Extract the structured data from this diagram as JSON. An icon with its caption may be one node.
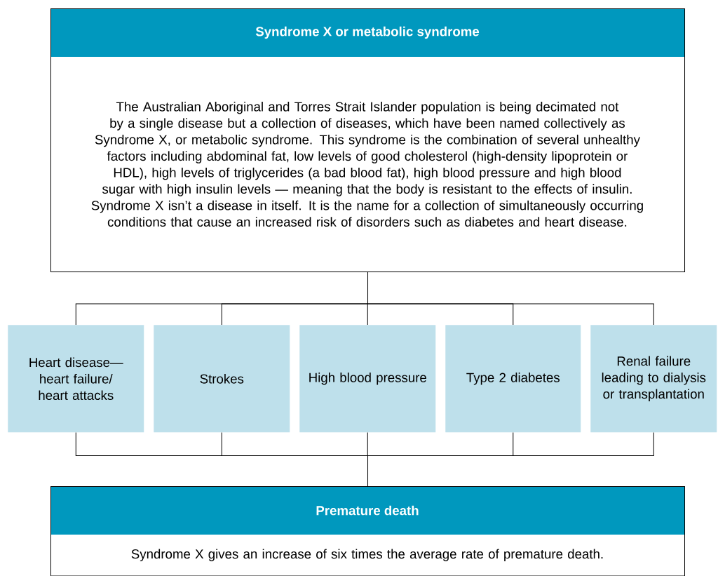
{
  "diagram": {
    "nodes": [
      {
        "text": [
          "Syndrome X or metabolic syndrome",
          "The Australian Aboriginal and Torres Strait Islander population is being decimated not by a single disease but a collection of diseases, which have been named collectively as Syndrome X, or metabolic syndrome. This syndrome is the combination of several unhealthy factors including abdominal fat, low levels of good cholesterol (high-density lipoprotein or HDL), high levels of triglycerides (a bad blood fat), high blood pressure and high blood sugar with high insulin levels — meaning that the body is resistant to the effects of insulin. Syndrome X isn’t a disease in itself. It is the name for a collection of simultaneously occurring conditions that cause an increased risk of disorders such as diabetes and heart disease."
        ]
      },
      {
        "text": [
          "Heart disease— heart failure/ heart attacks"
        ]
      },
      {
        "text": [
          "Strokes"
        ]
      },
      {
        "text": [
          "High blood pressure"
        ]
      },
      {
        "text": [
          "Type 2 diabetes"
        ]
      },
      {
        "text": [
          "Renal failure leading to dialysis or transplantation"
        ]
      },
      {
        "text": [
          "Premature death",
          "Syndrome X gives an increase of six times the average rate of premature death."
        ]
      }
    ],
    "edges": [
      {
        "from": 0,
        "to": 1,
        "arrow": "none"
      },
      {
        "from": 0,
        "to": 2,
        "arrow": "none"
      },
      {
        "from": 0,
        "to": 3,
        "arrow": "none"
      },
      {
        "from": 0,
        "to": 4,
        "arrow": "none"
      },
      {
        "from": 0,
        "to": 5,
        "arrow": "none"
      },
      {
        "from": 1,
        "to": 6,
        "arrow": "none"
      },
      {
        "from": 2,
        "to": 6,
        "arrow": "none"
      },
      {
        "from": 3,
        "to": 6,
        "arrow": "none"
      },
      {
        "from": 4,
        "to": 6,
        "arrow": "none"
      },
      {
        "from": 5,
        "to": 6,
        "arrow": "none"
      }
    ]
  }
}
